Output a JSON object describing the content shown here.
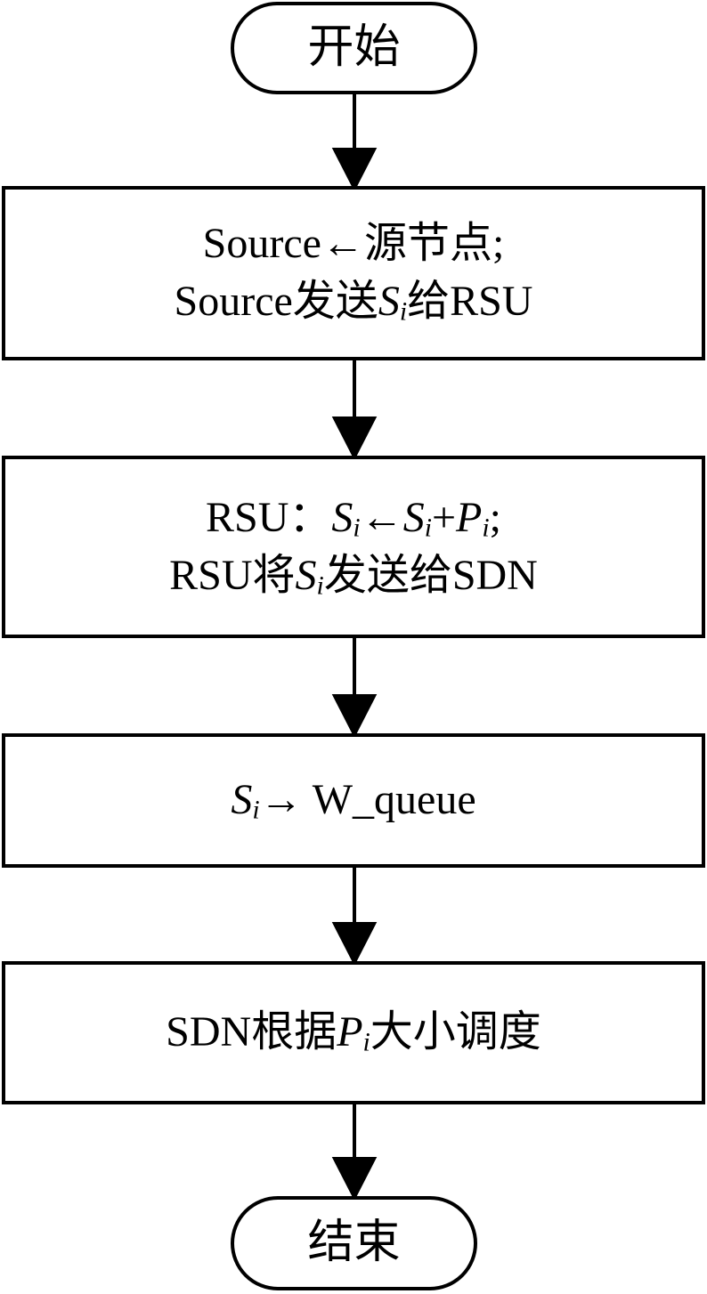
{
  "flowchart": {
    "start": {
      "label": "开始"
    },
    "step1": {
      "line1": {
        "a": "Source←源节点;"
      },
      "line2": {
        "a": "Source发送",
        "var": "S",
        "sub": "i",
        "b": "给RSU"
      }
    },
    "step2": {
      "line1": {
        "a": "RSU：",
        "v1": "S",
        "s1": "i",
        "arrow": "←",
        "v2": "S",
        "s2": "i",
        "plus": "+",
        "v3": "P",
        "s3": "i",
        "end": ";"
      },
      "line2": {
        "a": "RSU将",
        "var": "S",
        "sub": "i",
        "b": "发送给SDN"
      }
    },
    "step3": {
      "line1": {
        "var": "S",
        "sub": "i",
        "a": "→ W_queue"
      }
    },
    "step4": {
      "line1": {
        "a": "SDN根据",
        "var": "P",
        "sub": "i",
        "b": "大小调度"
      }
    },
    "end": {
      "label": "结束"
    }
  },
  "colors": {
    "stroke": "#000000",
    "fill": "#ffffff"
  }
}
